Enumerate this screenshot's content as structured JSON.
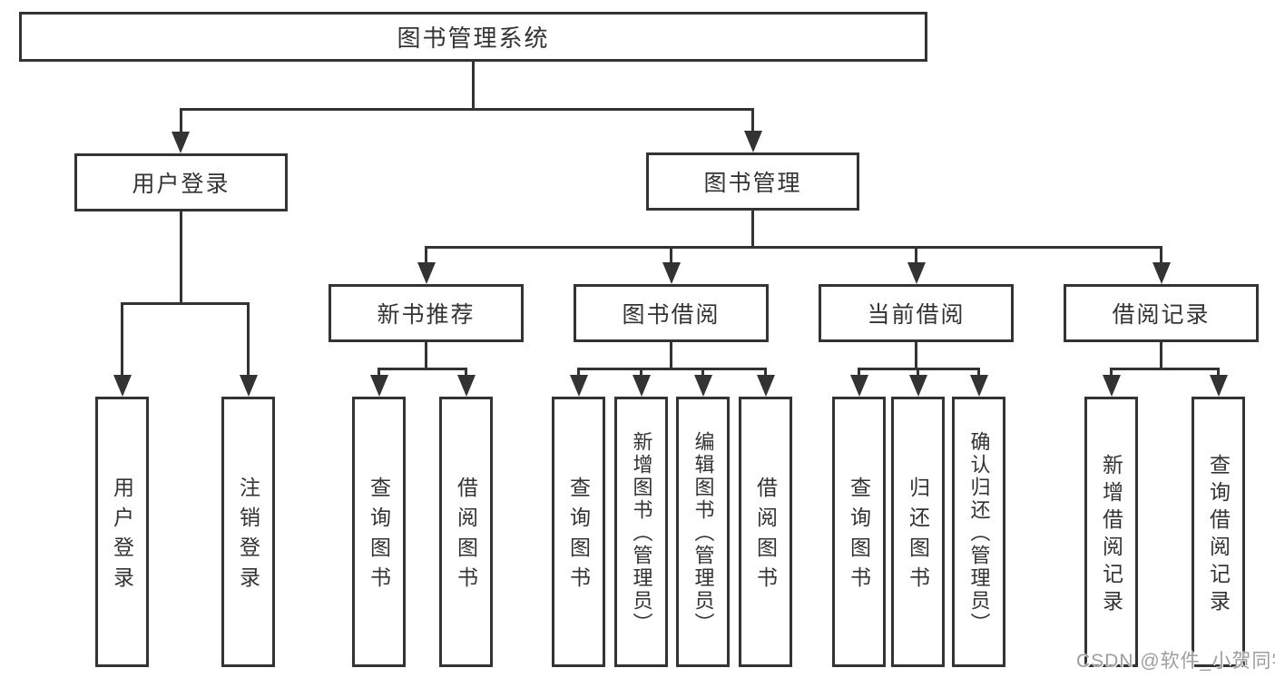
{
  "tree": {
    "label": "图书管理系统",
    "children": [
      {
        "label": "用户登录",
        "children": [
          {
            "label": "用户登录"
          },
          {
            "label": "注销登录"
          }
        ]
      },
      {
        "label": "图书管理",
        "children": [
          {
            "label": "新书推荐",
            "children": [
              {
                "label": "查询图书"
              },
              {
                "label": "借阅图书"
              }
            ]
          },
          {
            "label": "图书借阅",
            "children": [
              {
                "label": "查询图书"
              },
              {
                "label": "新增图书（管理员）"
              },
              {
                "label": "编辑图书（管理员）"
              },
              {
                "label": "借阅图书"
              }
            ]
          },
          {
            "label": "当前借阅",
            "children": [
              {
                "label": "查询图书"
              },
              {
                "label": "归还图书"
              },
              {
                "label": "确认归还（管理员）"
              }
            ]
          },
          {
            "label": "借阅记录",
            "children": [
              {
                "label": "新增借阅记录"
              },
              {
                "label": "查询借阅记录"
              }
            ]
          }
        ]
      }
    ]
  },
  "watermark": {
    "text": "CSDN @软件_小贺同学"
  },
  "colors": {
    "line": "#333333",
    "text": "#333333",
    "watermark": "#9e9e9e",
    "background": "#ffffff"
  }
}
